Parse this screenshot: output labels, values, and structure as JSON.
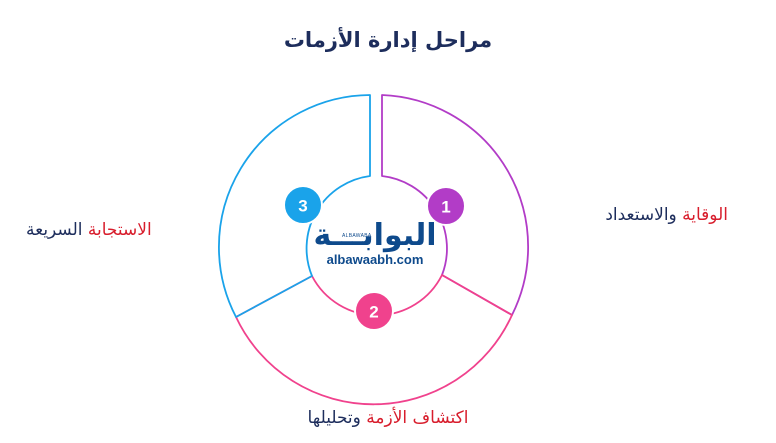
{
  "title": "مراحل إدارة الأزمات",
  "stages": [
    {
      "number": "1",
      "highlight": "الوقاية",
      "rest": " والاستعداد",
      "color": "#b23cc7"
    },
    {
      "number": "2",
      "highlight": "اكتشاف الأزمة",
      "rest": " وتحليلها",
      "color": "#f0428d"
    },
    {
      "number": "3",
      "highlight": "الاستجابة",
      "rest": " السريعة",
      "color": "#1aa3ea"
    }
  ],
  "logo": {
    "arabic": "البوابـــة",
    "latin_small": "ALBAWABA",
    "url": "albawaabh.com"
  }
}
